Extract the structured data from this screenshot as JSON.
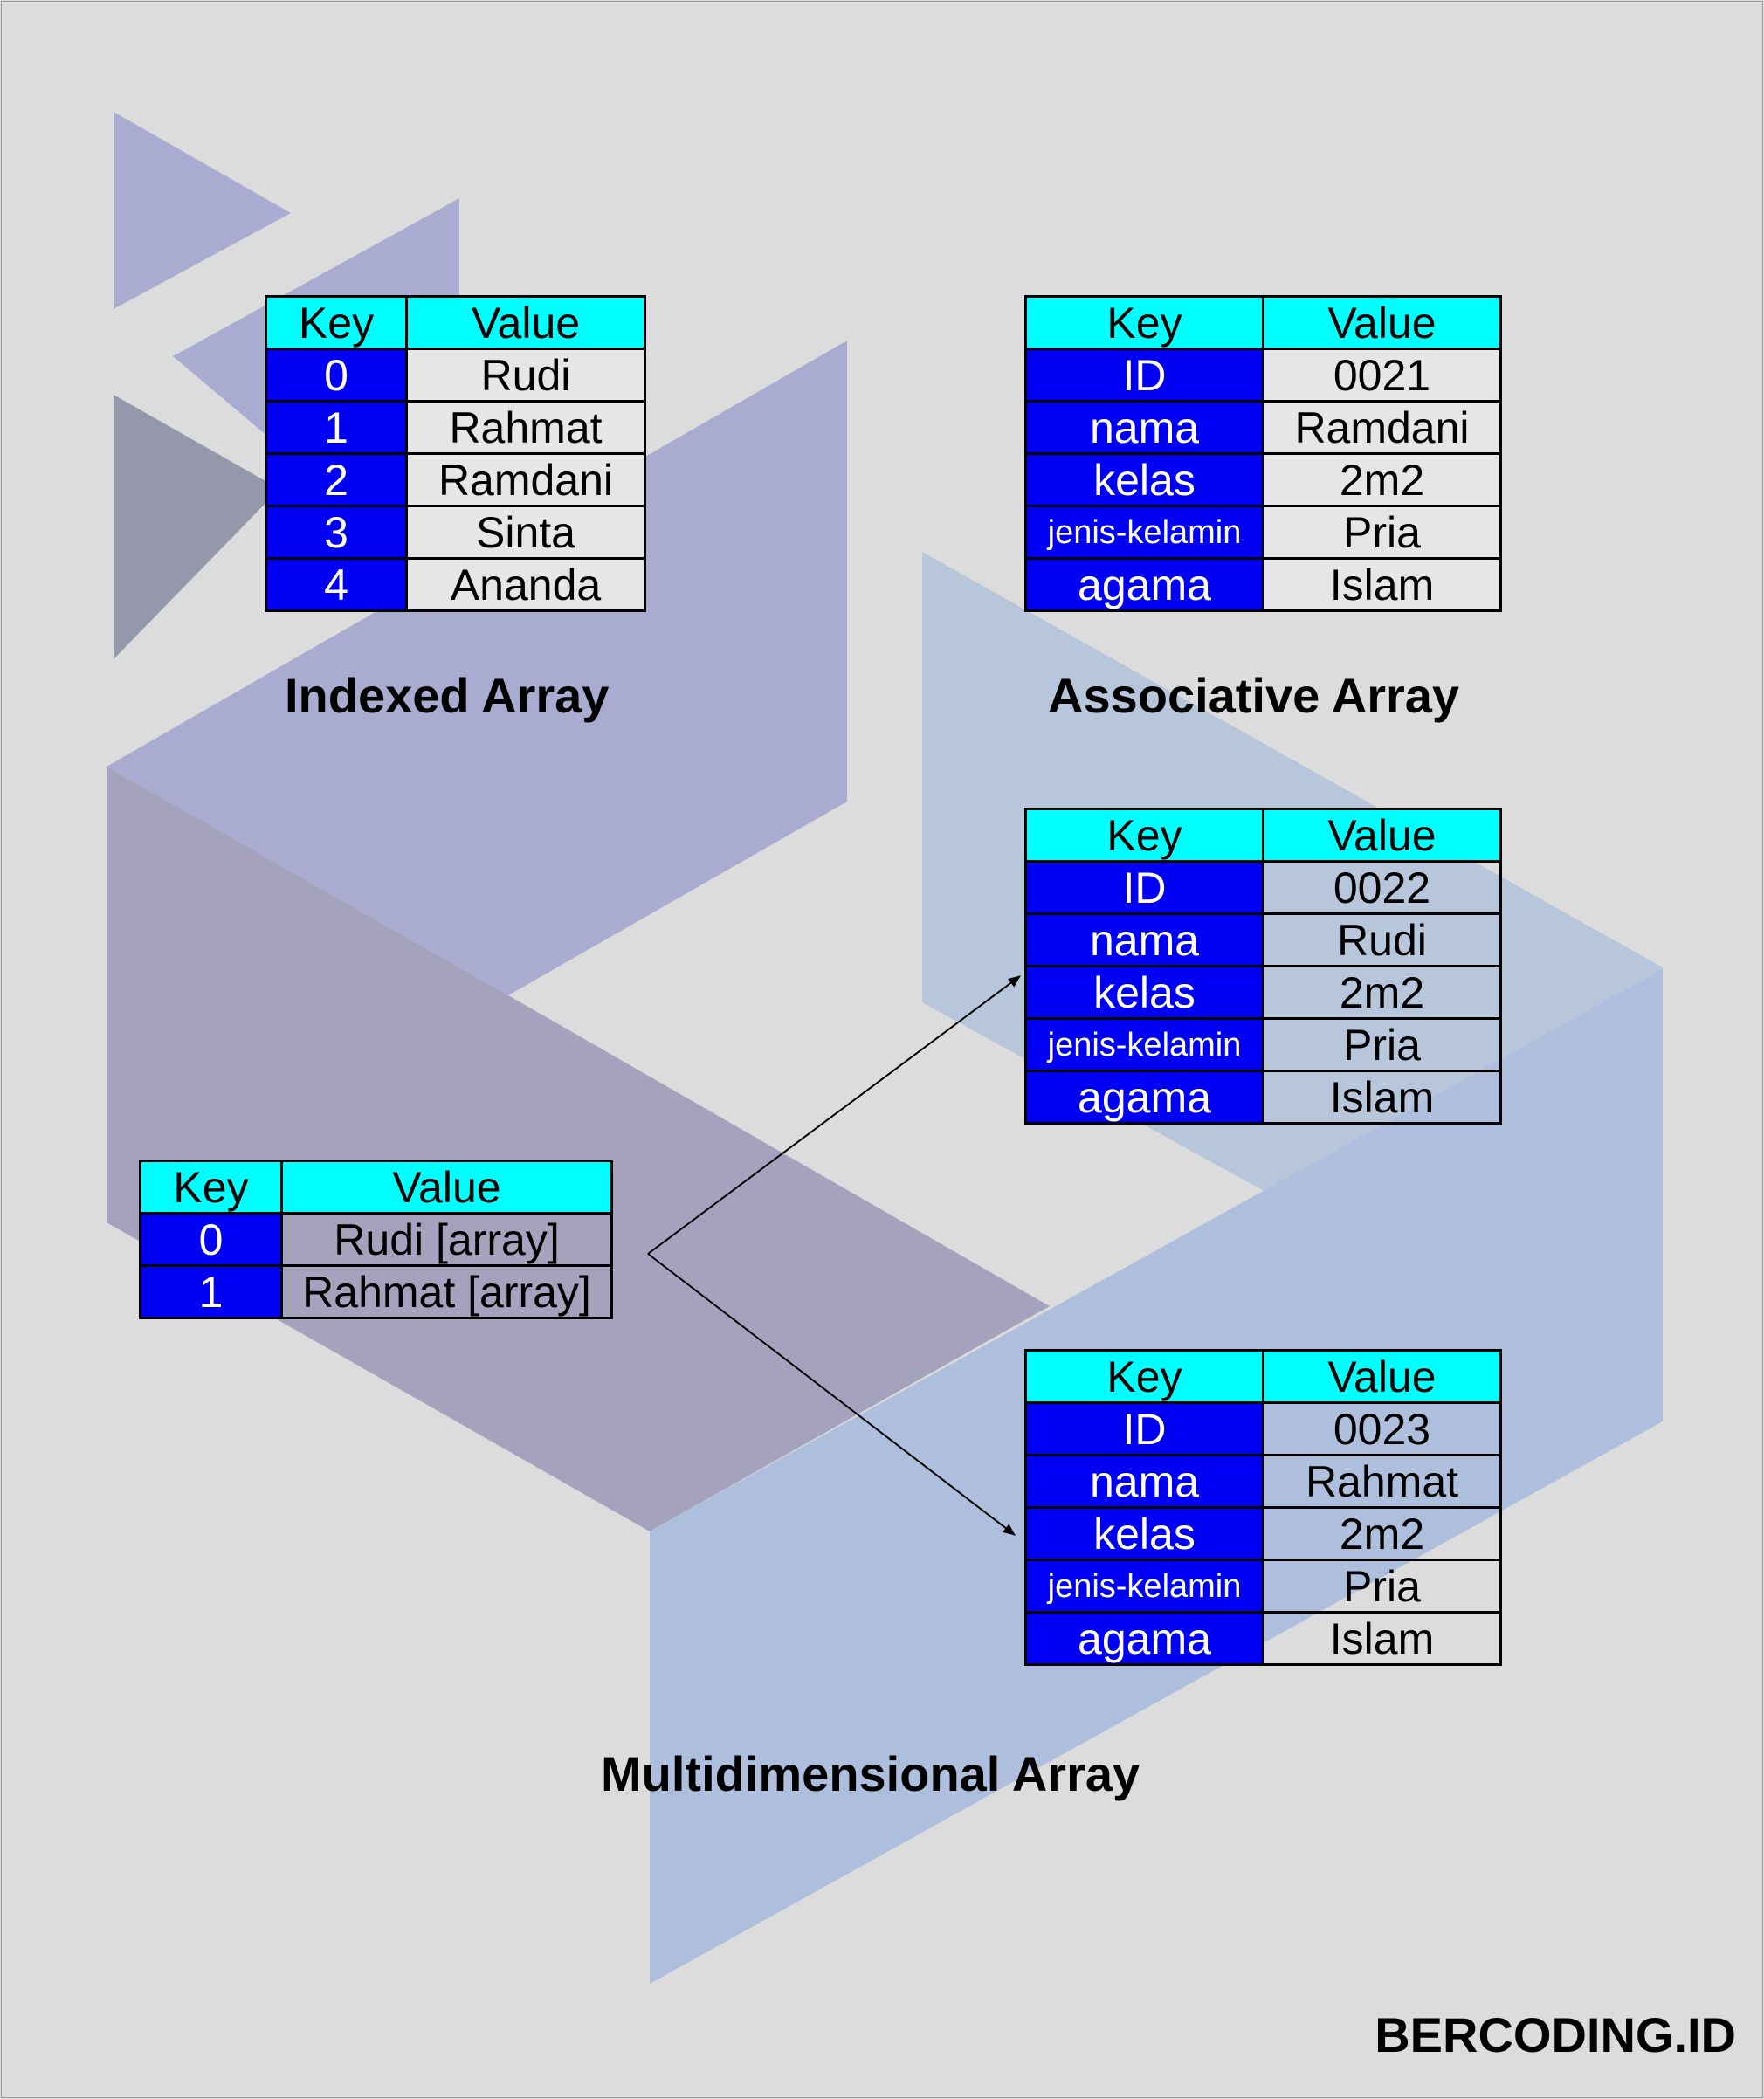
{
  "headers": {
    "key": "Key",
    "value": "Value"
  },
  "indexed": {
    "caption": "Indexed Array",
    "rows": [
      {
        "key": "0",
        "value": "Rudi"
      },
      {
        "key": "1",
        "value": "Rahmat"
      },
      {
        "key": "2",
        "value": "Ramdani"
      },
      {
        "key": "3",
        "value": "Sinta"
      },
      {
        "key": "4",
        "value": "Ananda"
      }
    ]
  },
  "associative": {
    "caption": "Associative Array",
    "rows": [
      {
        "key": "ID",
        "value": "0021"
      },
      {
        "key": "nama",
        "value": "Ramdani"
      },
      {
        "key": "kelas",
        "value": "2m2"
      },
      {
        "key": "jenis-kelamin",
        "value": "Pria"
      },
      {
        "key": "agama",
        "value": "Islam"
      }
    ]
  },
  "multidimensional": {
    "caption": "Multidimensional Array",
    "outer_rows": [
      {
        "key": "0",
        "value": "Rudi [array]"
      },
      {
        "key": "1",
        "value": "Rahmat [array]"
      }
    ],
    "inner_rudi": [
      {
        "key": "ID",
        "value": "0022"
      },
      {
        "key": "nama",
        "value": "Rudi"
      },
      {
        "key": "kelas",
        "value": "2m2"
      },
      {
        "key": "jenis-kelamin",
        "value": "Pria"
      },
      {
        "key": "agama",
        "value": "Islam"
      }
    ],
    "inner_rahmat": [
      {
        "key": "ID",
        "value": "0023"
      },
      {
        "key": "nama",
        "value": "Rahmat"
      },
      {
        "key": "kelas",
        "value": "2m2"
      },
      {
        "key": "jenis-kelamin",
        "value": "Pria"
      },
      {
        "key": "agama",
        "value": "Islam"
      }
    ]
  },
  "brand": "BERCODING.ID",
  "colors": {
    "header": "#00ffff",
    "key_cell": "#0000f5",
    "background": "#dcdcdc"
  }
}
